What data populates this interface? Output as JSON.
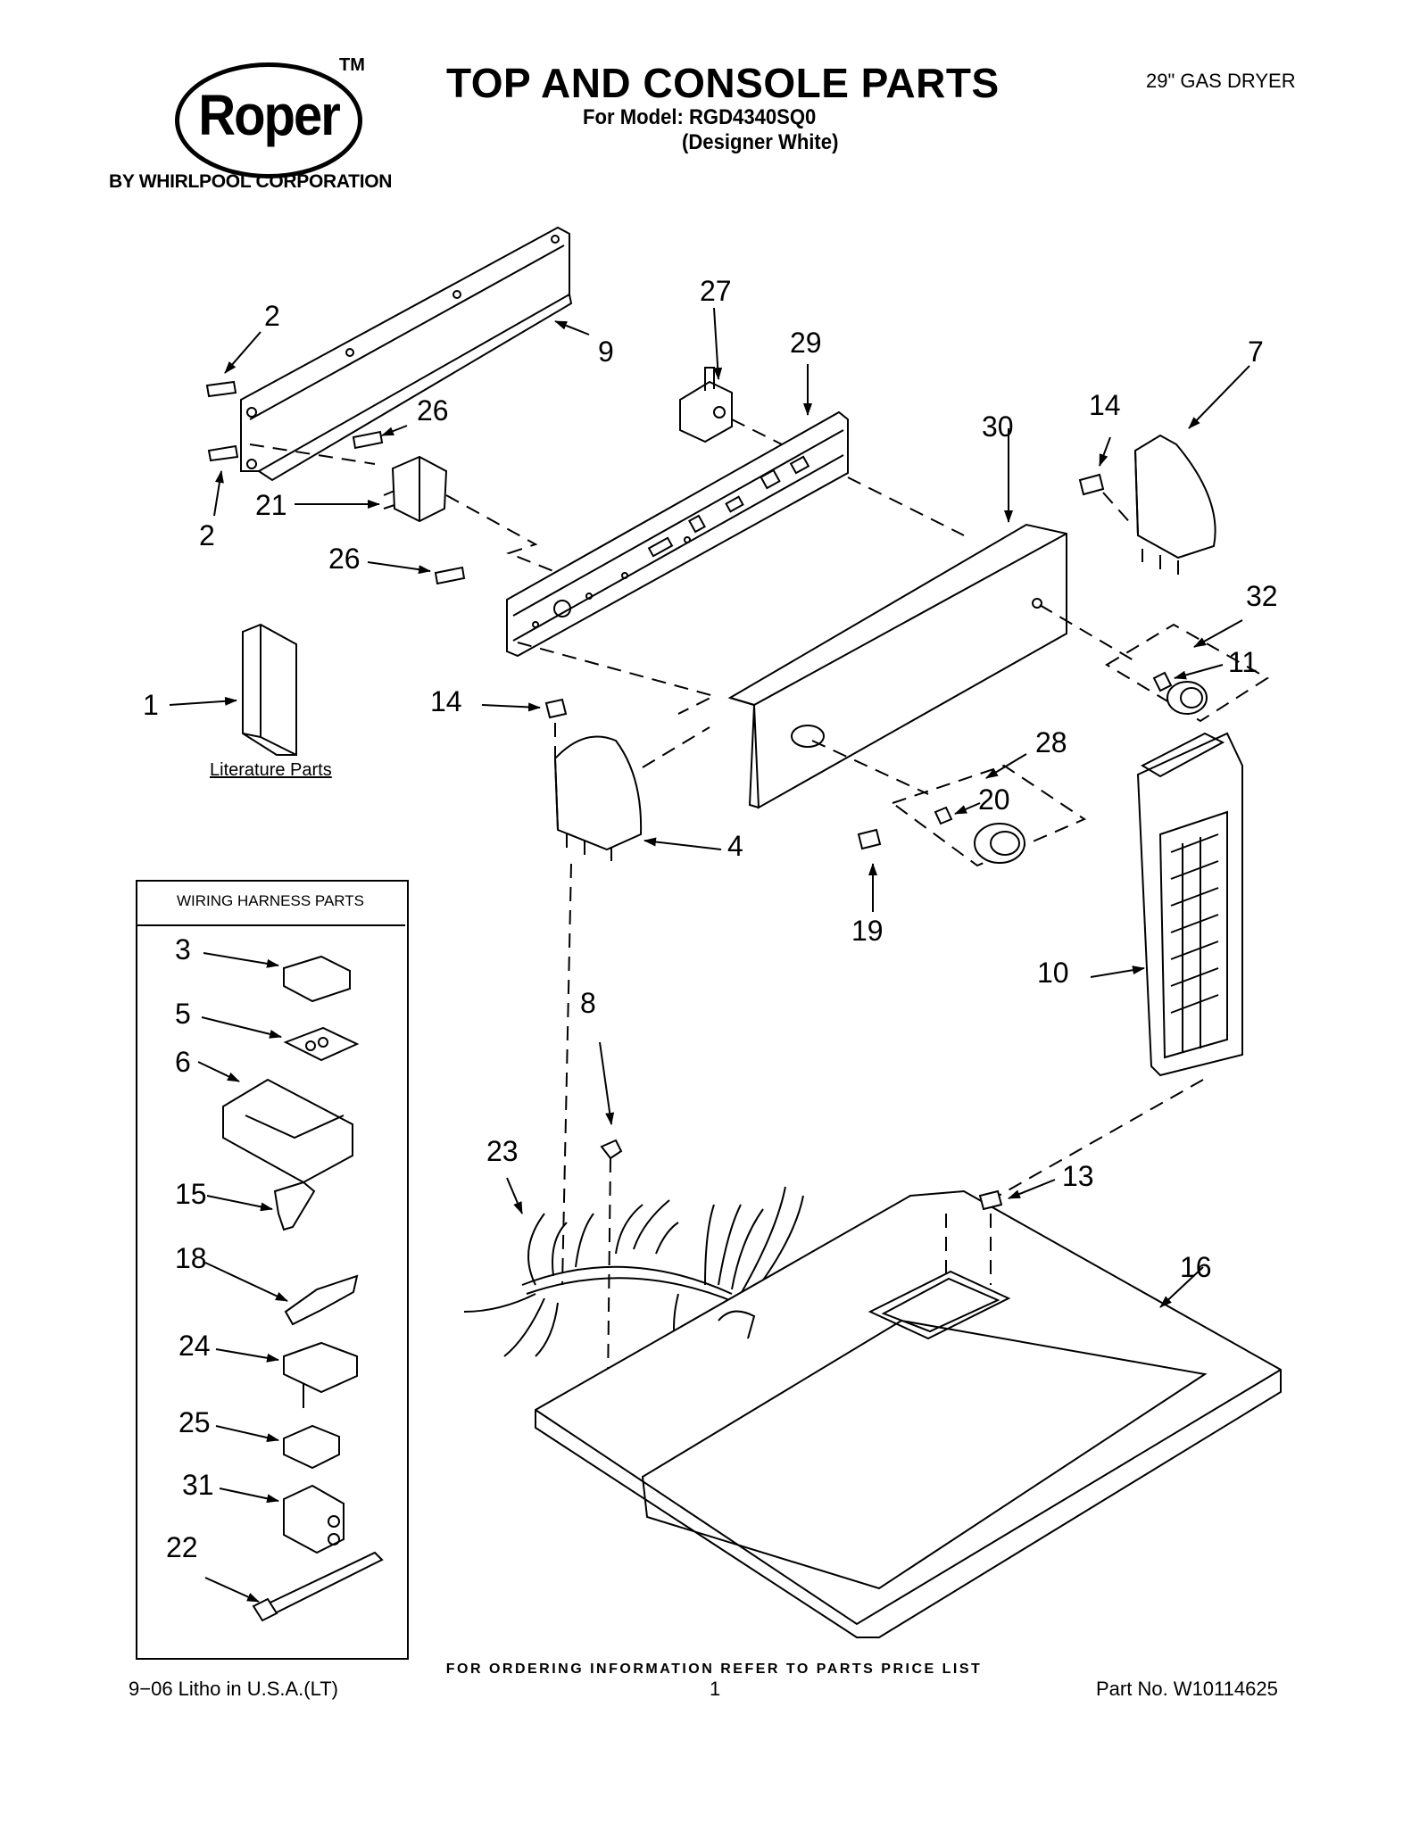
{
  "header": {
    "logo_text": "Roper",
    "logo_tm": "TM",
    "byline": "BY WHIRLPOOL CORPORATION",
    "title": "TOP AND CONSOLE PARTS",
    "model_line": "For Model: RGD4340SQ0",
    "color_line": "(Designer White)",
    "product": "29\" GAS DRYER"
  },
  "callouts": {
    "c1": "1",
    "c2a": "2",
    "c2b": "2",
    "c4": "4",
    "c7": "7",
    "c8": "8",
    "c9": "9",
    "c10": "10",
    "c11": "11",
    "c13": "13",
    "c14a": "14",
    "c14b": "14",
    "c16": "16",
    "c19": "19",
    "c20": "20",
    "c21": "21",
    "c23": "23",
    "c26a": "26",
    "c26b": "26",
    "c27": "27",
    "c28": "28",
    "c29": "29",
    "c30": "30",
    "c32": "32"
  },
  "literature_label": "Literature Parts",
  "wiring_harness": {
    "title": "WIRING HARNESS PARTS",
    "items": [
      "3",
      "5",
      "6",
      "15",
      "18",
      "24",
      "25",
      "31",
      "22"
    ]
  },
  "footer": {
    "note": "FOR ORDERING INFORMATION REFER TO PARTS PRICE LIST",
    "litho": "9−06 Litho in U.S.A.(LT)",
    "page": "1",
    "part_no": "Part No. W10114625"
  }
}
